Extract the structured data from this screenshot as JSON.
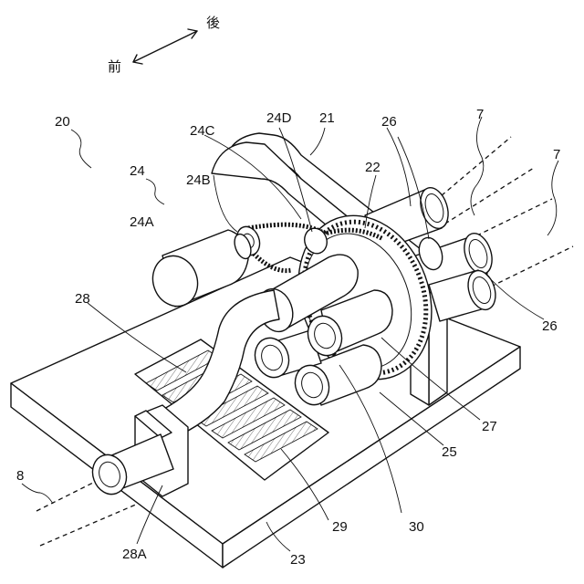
{
  "direction": {
    "rear": "後",
    "front": "前"
  },
  "labels": {
    "l20": "20",
    "l24": "24",
    "l24A": "24A",
    "l24B": "24B",
    "l24C": "24C",
    "l24D": "24D",
    "l21": "21",
    "l22": "22",
    "l26a": "26",
    "l26b": "26",
    "l7a": "7",
    "l7b": "7",
    "l28": "28",
    "l8": "8",
    "l28A": "28A",
    "l23": "23",
    "l29": "29",
    "l30": "30",
    "l25": "25",
    "l27": "27"
  }
}
